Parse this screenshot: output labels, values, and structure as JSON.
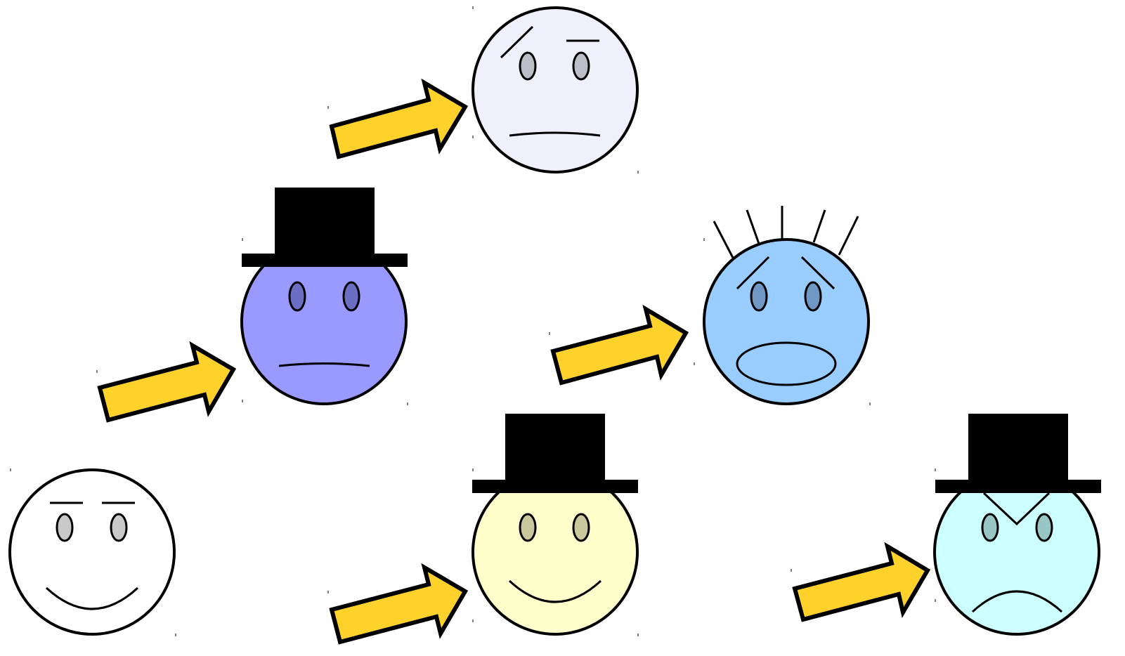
{
  "colors": {
    "arrow_fill": "#fed22b",
    "outline": "#000000",
    "hat": "#000000"
  },
  "faces": [
    {
      "id": "neutral-face",
      "face_color": "#f0f0fc",
      "eye_color": "#bdbcc9",
      "expression": "straight-mouth",
      "hat": false
    },
    {
      "id": "purple-hat-face",
      "face_color": "#9999ff",
      "eye_color": "#6c6ec3",
      "expression": "straight-mouth",
      "hat": true
    },
    {
      "id": "scared-face",
      "face_color": "#99ccff",
      "eye_color": "#6f99c4",
      "expression": "open-mouth-hair-up",
      "hat": false
    },
    {
      "id": "happy-face",
      "face_color": "#ffffff",
      "eye_color": "#c9c9c9",
      "expression": "smile",
      "hat": false
    },
    {
      "id": "yellow-hat-face",
      "face_color": "#ffffcc",
      "eye_color": "#c9c89d",
      "expression": "smile",
      "hat": true
    },
    {
      "id": "angry-hat-face",
      "face_color": "#ccffff",
      "eye_color": "#98c6c5",
      "expression": "frown",
      "hat": true
    }
  ],
  "arrows": [
    {
      "id": "arrow-to-neutral",
      "icon": "right-up-arrow-icon"
    },
    {
      "id": "arrow-to-purple",
      "icon": "right-up-arrow-icon"
    },
    {
      "id": "arrow-to-scared",
      "icon": "right-up-arrow-icon"
    },
    {
      "id": "arrow-to-yellow",
      "icon": "right-up-arrow-icon"
    },
    {
      "id": "arrow-to-angry",
      "icon": "right-up-arrow-icon"
    }
  ]
}
